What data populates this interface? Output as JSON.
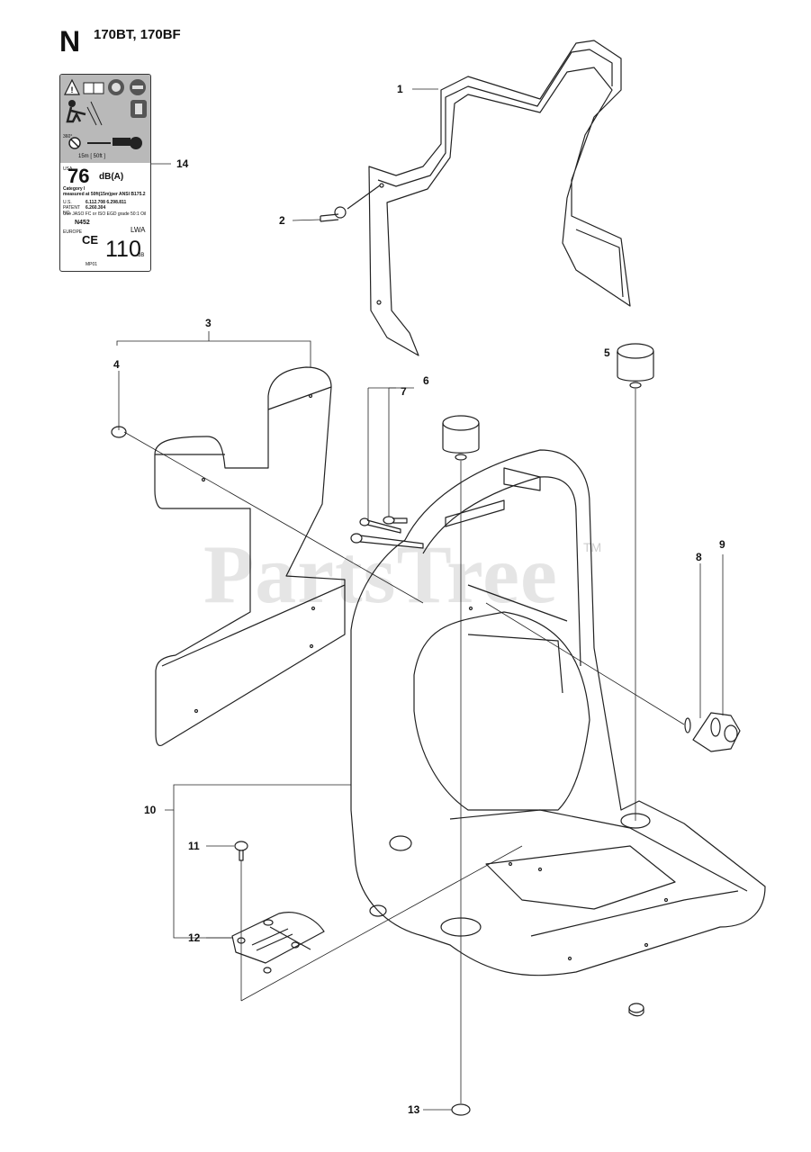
{
  "header": {
    "section_letter": "N",
    "models": "170BT, 170BF"
  },
  "watermark": {
    "text": "PartsTree",
    "tm": "TM"
  },
  "decal": {
    "distance": "15m [ 50ft ]",
    "angle": "360°",
    "region_usa": "USA",
    "db_value": "76",
    "db_unit": "dB(A)",
    "category_line1": "Category I",
    "category_line2": "measured at 50ft(15m)per ANSI B175.2",
    "patent_label": "U.S. PATENT NO.",
    "patent_numbers": "6.112.708   6.298.811",
    "patent_numbers_2": "6.260.304",
    "oil_note": "Use JASO FC or ISO EGD grade 50:1 Oil",
    "code": "N452",
    "region_europe": "EUROPE",
    "ce_mark": "CE",
    "lwa_label": "LWA",
    "lwa_value": "110",
    "lwa_unit": "dB",
    "mark_code": "MP01",
    "icon_names": [
      "warning-triangle-icon",
      "manual-book-icon",
      "ear-protection-icon",
      "eye-protection-icon",
      "operator-icon",
      "glove-icon",
      "no-bystanders-icon",
      "blower-icon"
    ]
  },
  "callouts": [
    "1",
    "2",
    "3",
    "4",
    "5",
    "6",
    "7",
    "8",
    "9",
    "10",
    "11",
    "12",
    "13",
    "14"
  ],
  "colors": {
    "line": "#222222",
    "decal_grey": "#b9b9b9",
    "watermark": "#e6e6e6"
  }
}
